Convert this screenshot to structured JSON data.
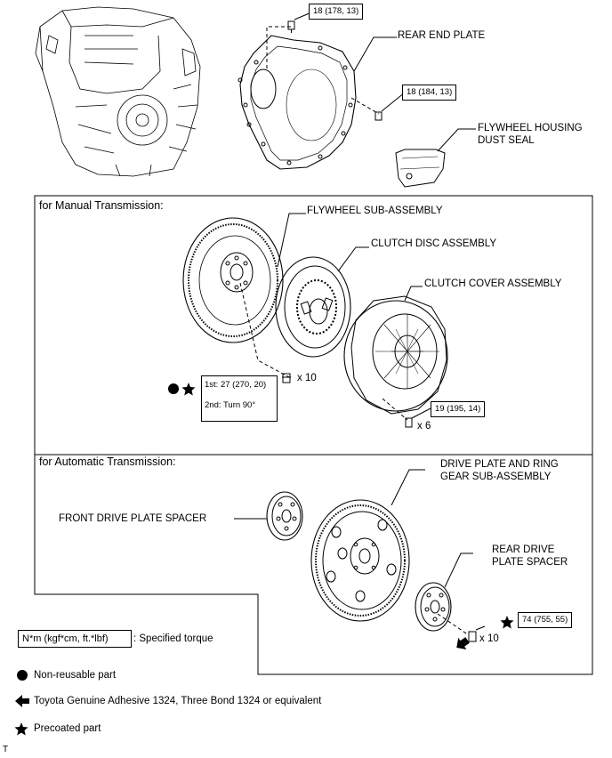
{
  "labels": {
    "rear_end_plate": "REAR END PLATE",
    "flywheel_housing_dust_seal_1": "FLYWHEEL HOUSING",
    "flywheel_housing_dust_seal_2": "DUST SEAL",
    "flywheel_sub_assembly": "FLYWHEEL SUB-ASSEMBLY",
    "clutch_disc_assembly": "CLUTCH DISC ASSEMBLY",
    "clutch_cover_assembly": "CLUTCH COVER ASSEMBLY",
    "drive_plate_1": "DRIVE PLATE AND RING",
    "drive_plate_2": "GEAR SUB-ASSEMBLY",
    "front_drive_plate_spacer": "FRONT DRIVE PLATE SPACER",
    "rear_drive_plate_spacer_1": "REAR DRIVE",
    "rear_drive_plate_spacer_2": "PLATE SPACER"
  },
  "sections": {
    "manual": "for Manual Transmission:",
    "automatic": "for Automatic Transmission:"
  },
  "torques": {
    "rear_plate_top": "18 (178, 13)",
    "rear_plate_side": "18 (184, 13)",
    "flywheel_1st": "1st: 27 (270, 20)",
    "flywheel_2nd": "2nd: Turn 90°",
    "clutch_cover": "19 (195, 14)",
    "drive_plate": "74 (755, 55)"
  },
  "quantities": {
    "flywheel_bolts": "x 10",
    "clutch_cover_bolts": "x 6",
    "drive_plate_bolts": "x 10"
  },
  "legend": {
    "torque_box": "N*m (kgf*cm, ft.*lbf)",
    "torque_text": ": Specified torque",
    "non_reusable": "Non-reusable part",
    "adhesive": "Toyota Genuine Adhesive 1324, Three Bond 1324 or equivalent",
    "precoated": "Precoated part"
  },
  "footer_mark": "T"
}
